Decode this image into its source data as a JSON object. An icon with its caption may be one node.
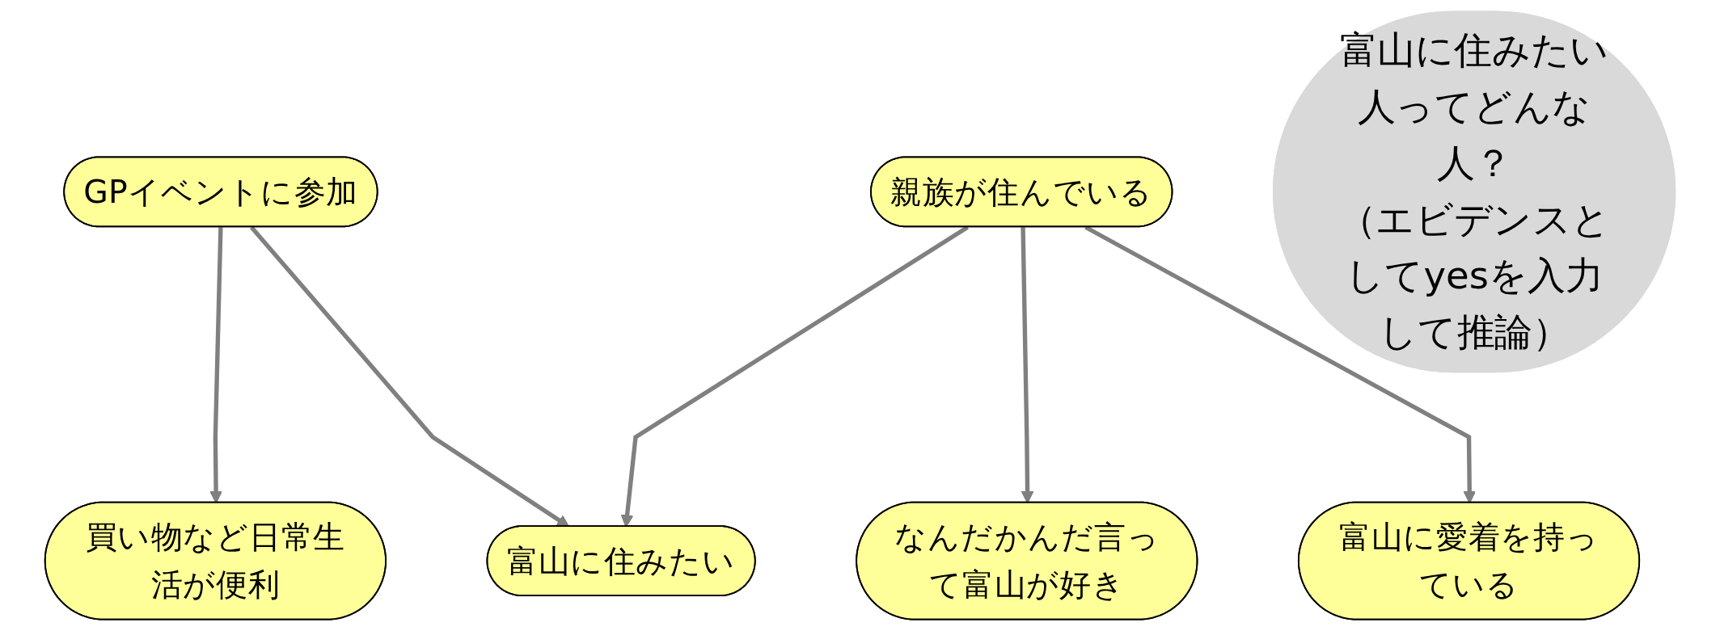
{
  "diagram": {
    "nodes": [
      {
        "text": [
          "GPイベントに参加"
        ]
      },
      {
        "text": [
          "親族が住んでいる"
        ]
      },
      {
        "text": [
          "富山に愛着を持っている"
        ]
      },
      {
        "text": [
          "買い物など日常生活が便利"
        ]
      },
      {
        "text": [
          "なんだかんだ言って富山が好き"
        ]
      },
      {
        "text": [
          "富山に住みたい人ってどんな人？",
          "（エビデンスとしてyesを入力して推論）"
        ]
      },
      {
        "text": [
          "富山に住みたい"
        ]
      }
    ],
    "edges": [
      {
        "from": 0,
        "to": 3,
        "arrow": "to"
      },
      {
        "from": 0,
        "to": 6,
        "arrow": "to"
      },
      {
        "from": 1,
        "to": 6,
        "arrow": "to"
      },
      {
        "from": 1,
        "to": 4,
        "arrow": "to"
      },
      {
        "from": 1,
        "to": 2,
        "arrow": "to"
      }
    ]
  }
}
